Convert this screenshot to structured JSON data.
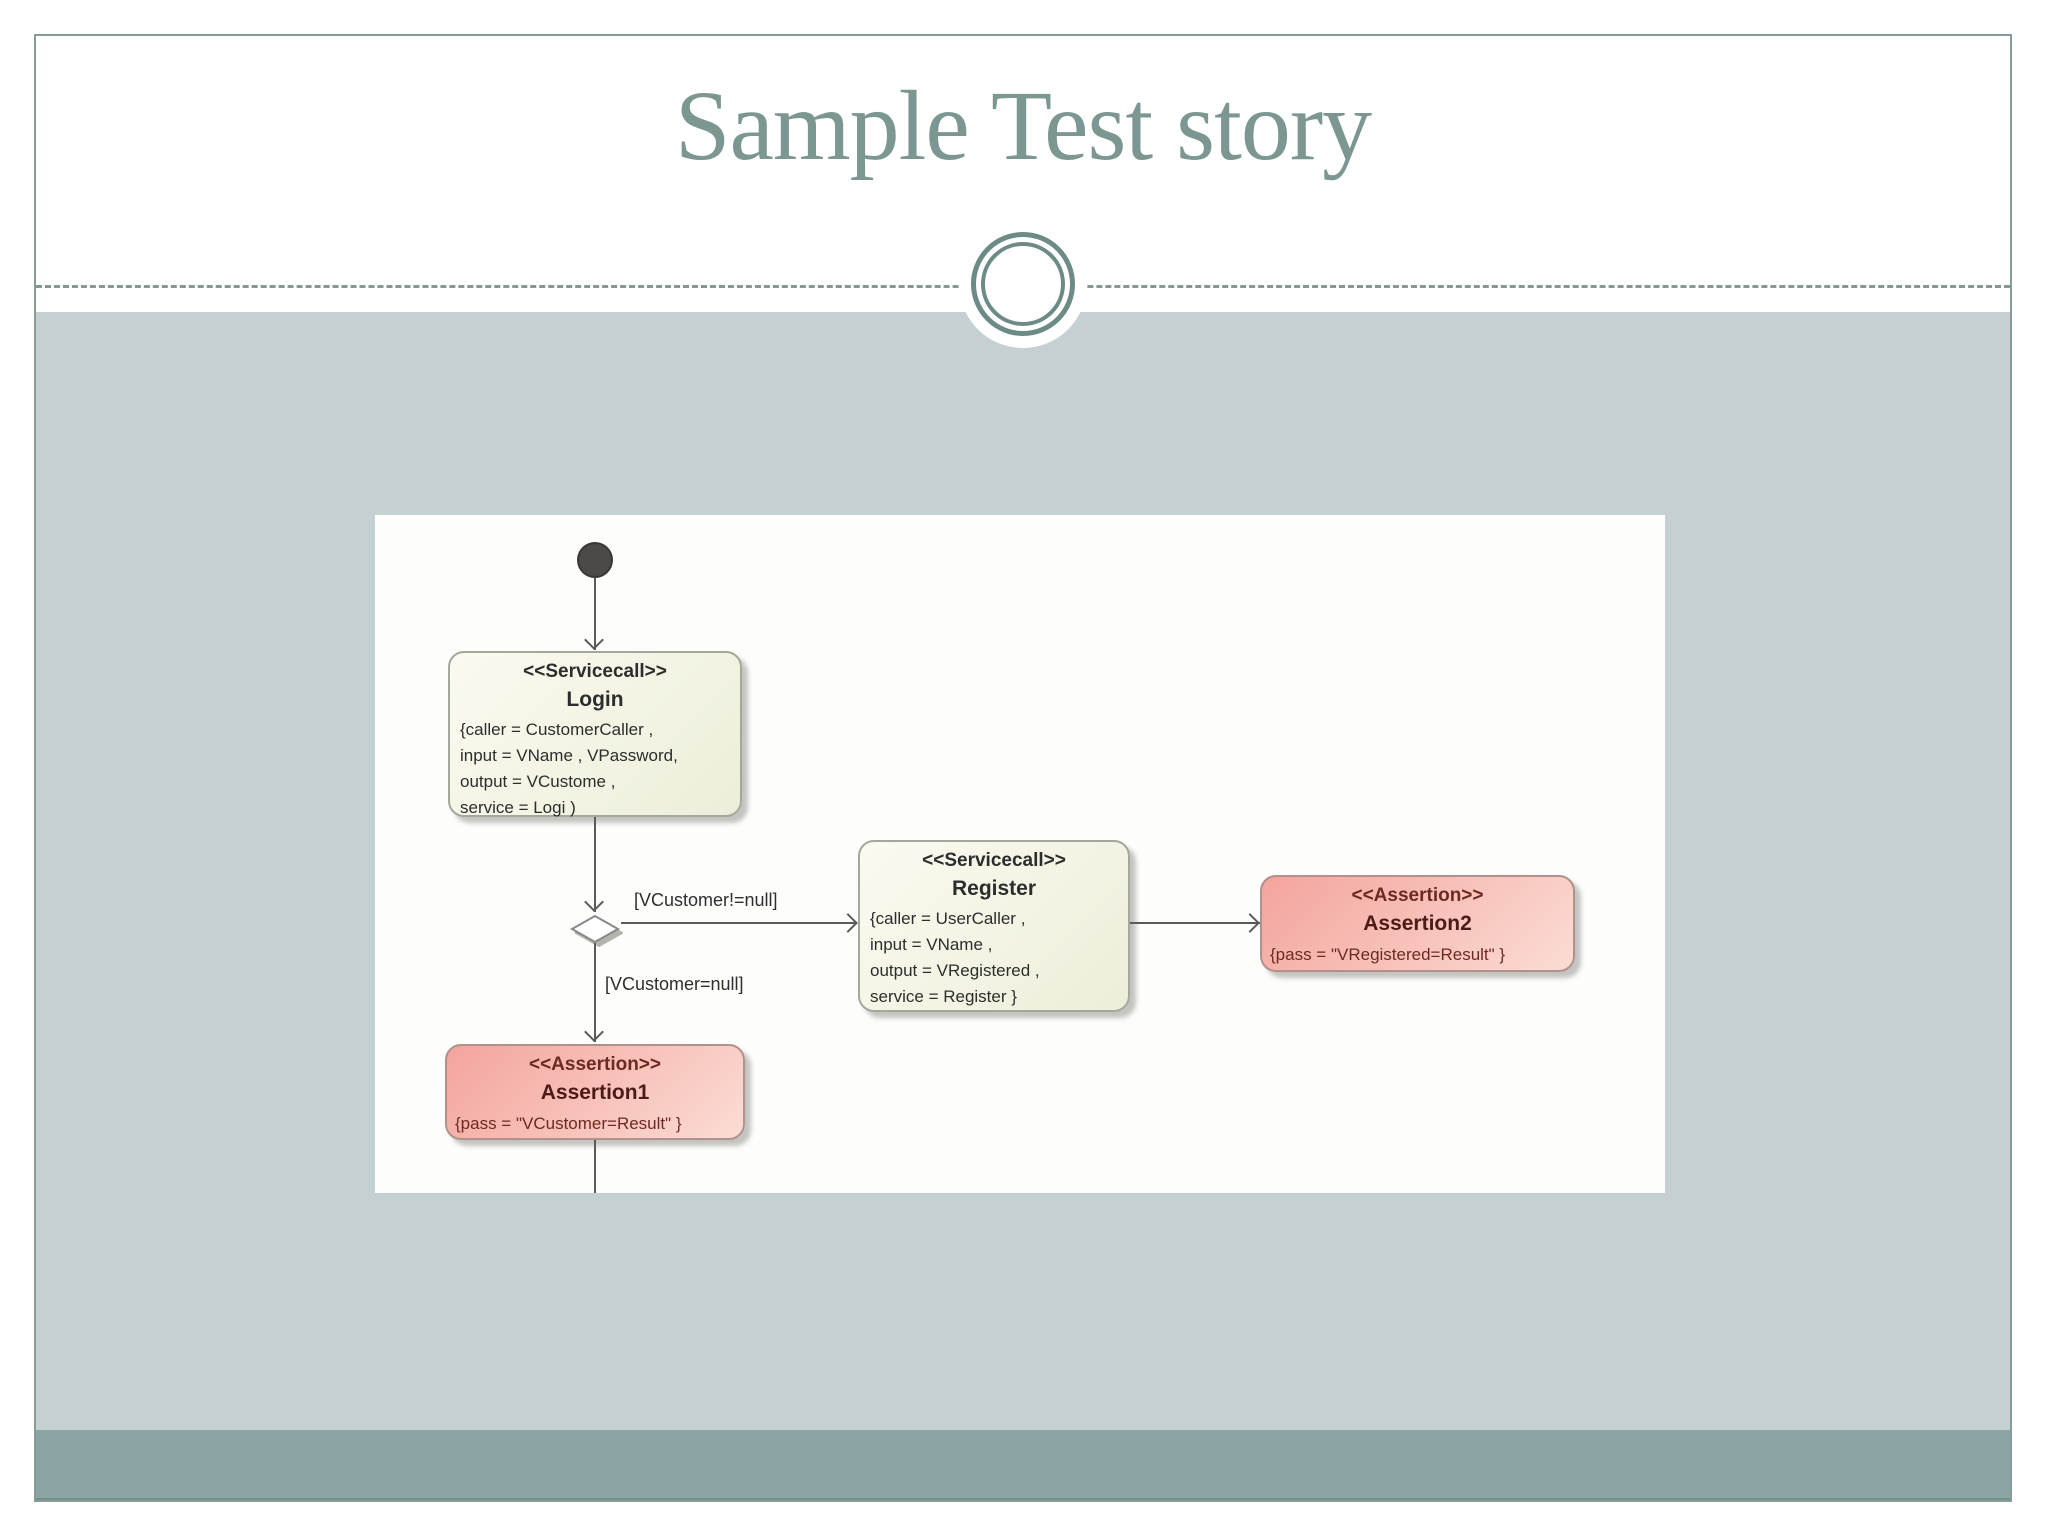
{
  "slide": {
    "title": "Sample Test story"
  },
  "colors": {
    "title_text": "#7c9792",
    "frame_border": "#879c97",
    "body_background": "#c5d0d3",
    "footer_bar": "#8ba5a4",
    "ornament_ring": "#6d8b86",
    "servicecall_fill": "#f2f3e2",
    "assertion_fill": "#f3a49d",
    "assertion_text": "#6d2a23",
    "flow_line": "#5a5a58"
  },
  "diagram": {
    "boxes": {
      "login": {
        "stereotype": "<<Servicecall>>",
        "name": "Login",
        "lines": [
          "{caller = CustomerCaller  ,",
          "input = VName , VPassword,",
          "output = VCustome  ,",
          "service = Logi  )"
        ]
      },
      "register": {
        "stereotype": "<<Servicecall>>",
        "name": "Register",
        "lines": [
          "{caller = UserCaller ,",
          "input = VName  ,",
          "output = VRegistered  ,",
          "service = Register }"
        ]
      },
      "assertion1": {
        "stereotype": "<<Assertion>>",
        "name": "Assertion1",
        "pass": "{pass = \"VCustomer=Result\" }"
      },
      "assertion2": {
        "stereotype": "<<Assertion>>",
        "name": "Assertion2",
        "pass": "{pass = \"VRegistered=Result\" }"
      }
    },
    "guards": {
      "not_null": "[VCustomer!=null]",
      "is_null": "[VCustomer=null]"
    }
  }
}
